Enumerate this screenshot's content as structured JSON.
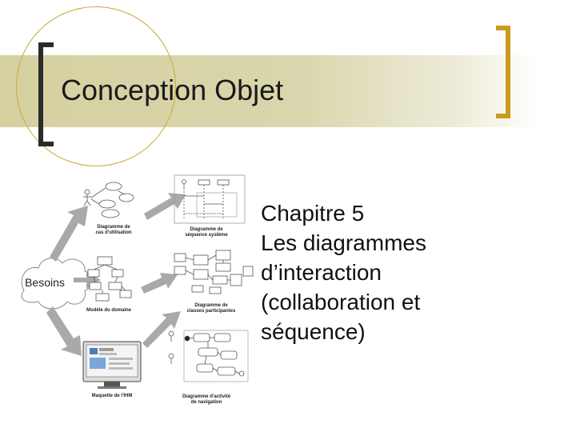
{
  "slide": {
    "title": "Conception Objet",
    "body_lines": [
      "Chapitre 5",
      "Les diagrammes",
      "d’interaction",
      "(collaboration et",
      "séquence)"
    ]
  },
  "figure": {
    "center_label": "Besoins",
    "captions": {
      "use_case": [
        "Diagramme de",
        "cas d'utilisation"
      ],
      "sequence_system": [
        "Diagramme de",
        "séquence système"
      ],
      "domain_model": [
        "Modèle du domaine"
      ],
      "participant_classes": [
        "Diagramme de",
        "classes participantes"
      ],
      "ihm_mockup": [
        "Maquette de l'IHM"
      ],
      "navigation_activity": [
        "Diagramme d'activité",
        "de navigation"
      ]
    }
  },
  "colors": {
    "title_band": "#d5d0a0",
    "circle_outline": "#c9a838",
    "bracket_left": "#2b2b2b",
    "bracket_right": "#c99a1e",
    "arrow_gray": "#a9a9a9",
    "text": "#1a1a1a"
  }
}
